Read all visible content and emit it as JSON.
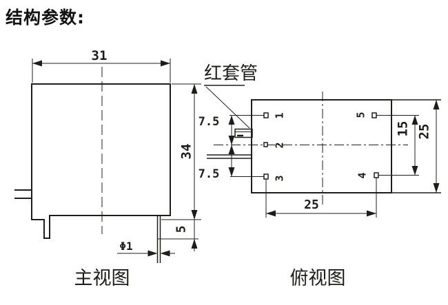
{
  "page": {
    "title": "结构参数:",
    "background": "#ffffff",
    "line_color": "#1d1d1b"
  },
  "front_view": {
    "label": "主视图",
    "dim_width": "31",
    "dim_height": "34",
    "dim_pin_length": "5",
    "dim_pin_diameter": "Φ1"
  },
  "top_view": {
    "label": "俯视图",
    "callout_red_sleeve": "红套管",
    "dim_pin_offset_upper": "7.5",
    "dim_pin_offset_lower": "7.5",
    "dim_right_pin_span": "15",
    "dim_depth": "25",
    "dim_pin_column_span": "25",
    "pins": [
      "1",
      "2",
      "3",
      "5",
      "4"
    ]
  }
}
